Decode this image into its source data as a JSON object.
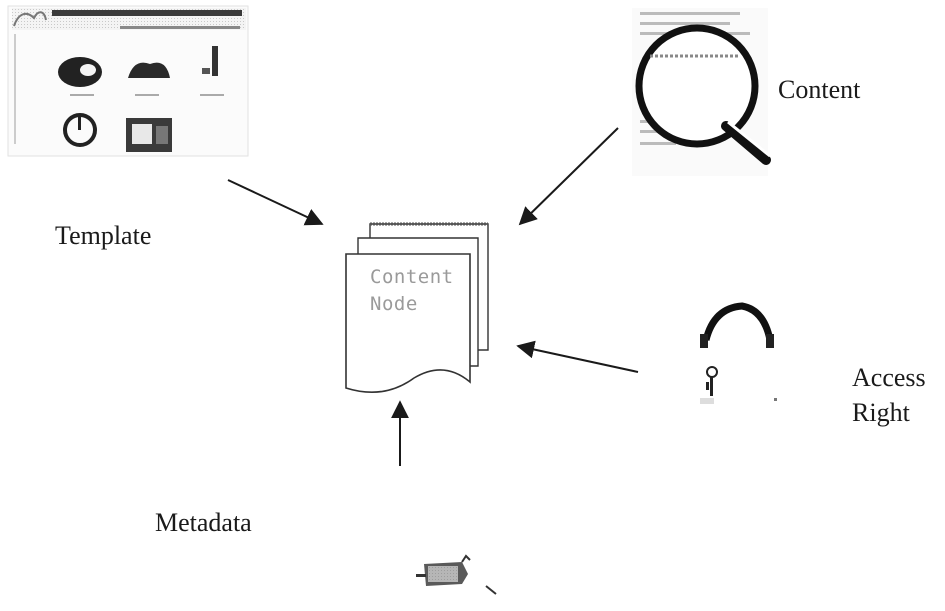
{
  "labels": {
    "template": "Template",
    "content": "Content",
    "access_right_line1": "Access",
    "access_right_line2": "Right",
    "metadata": "Metadata"
  },
  "content_node": {
    "line1": "Content",
    "line2": "Node"
  },
  "icons": {
    "template": "webpage-thumbnail-icon",
    "content": "magnifying-glass-icon",
    "access_right": "headphones-person-icon",
    "metadata": "mouse-icon",
    "node": "stacked-documents-icon"
  },
  "colors": {
    "arrow": "#1a1a1a",
    "node_text": "#9a9a9a"
  }
}
